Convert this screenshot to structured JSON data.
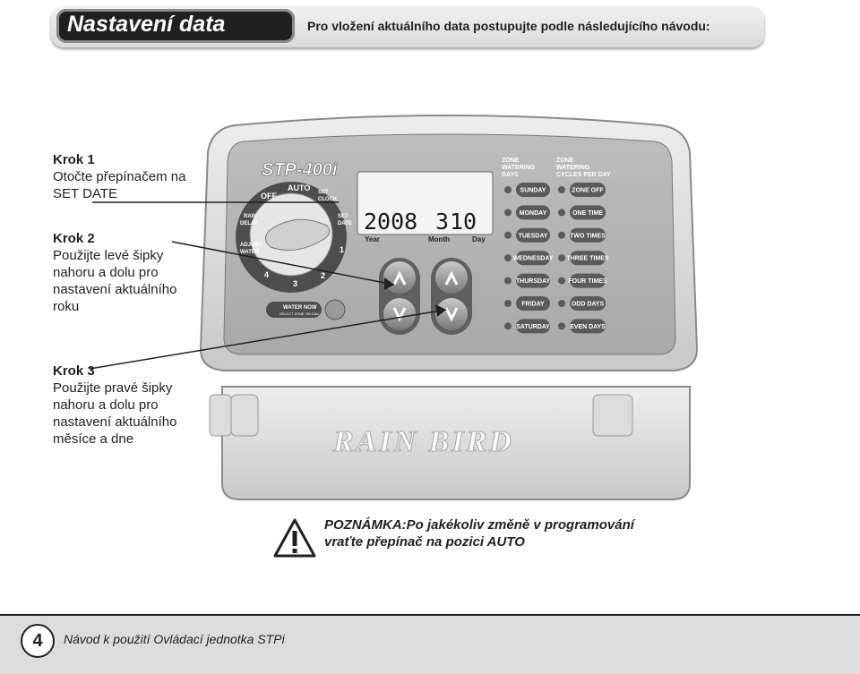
{
  "header": {
    "title": "Nastavení data",
    "instruction": "Pro vložení aktuálního data postupujte podle následujícího návodu:"
  },
  "steps": [
    {
      "title": "Krok 1",
      "lines": [
        "Otočte přepínačem na",
        "SET DATE"
      ]
    },
    {
      "title": "Krok 2",
      "lines": [
        "Použijte levé šipky",
        "nahoru a dolu pro",
        "nastavení aktuálního",
        "roku"
      ]
    },
    {
      "title": "Krok 3",
      "lines": [
        "Použijte pravé šipky",
        "nahoru a dolu pro",
        "nastavení aktuálního",
        "měsíce a dne"
      ]
    }
  ],
  "device": {
    "model": "STP-400i",
    "brand": "RAIN BIRD",
    "dial_labels": {
      "off": "OFF",
      "auto": "AUTO",
      "set_clock": [
        "SET",
        "CLOCK"
      ],
      "set_date": [
        "SET",
        "DATE"
      ],
      "rain_delay": [
        "RAIN",
        "DELAY"
      ],
      "adjust_water": [
        "ADJUST",
        "WATER"
      ],
      "n1": "1",
      "n2": "2",
      "n3": "3",
      "n4": "4"
    },
    "water_now": [
      "WATER NOW",
      "SELECT ZONE ON DIAL"
    ],
    "lcd": {
      "year": "2008",
      "month": "3",
      "day": "10",
      "year_label": "Year",
      "month_label": "Month",
      "day_label": "Day"
    },
    "days_header": [
      "ZONE",
      "WATERING",
      "DAYS"
    ],
    "cycles_header": [
      "ZONE",
      "WATERING",
      "CYCLES PER DAY"
    ],
    "days": [
      "SUNDAY",
      "MONDAY",
      "TUESDAY",
      "WEDNESDAY",
      "THURSDAY",
      "FRIDAY",
      "SATURDAY"
    ],
    "cycles": [
      "ZONE OFF",
      "ONE TIME",
      "TWO TIMES",
      "THREE TIMES",
      "FOUR TIMES",
      "ODD DAYS",
      "EVEN DAYS"
    ]
  },
  "note": [
    "POZNÁMKA:Po jakékoliv změně v programování",
    "vraťte přepínač na pozici AUTO"
  ],
  "footer": {
    "page_number": "4",
    "text": "Návod k použití Ovládací jednotka STPi"
  }
}
